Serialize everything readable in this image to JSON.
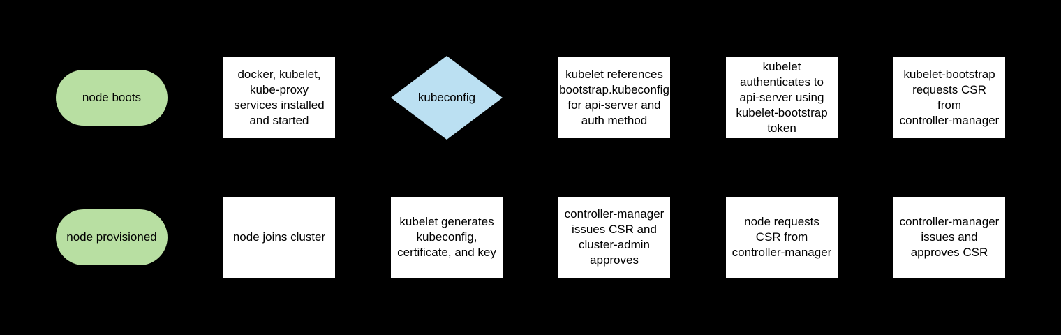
{
  "colors": {
    "background": "#000000",
    "terminator-fill": "#b8dfa2",
    "decision-fill": "#bbe0f2",
    "process-fill": "#ffffff",
    "text": "#000000"
  },
  "diagram": {
    "description": "kubernetes node bootstrap flowchart",
    "nodes": [
      {
        "id": "node-boots",
        "shape": "terminator",
        "row": 1,
        "col": 1,
        "label": "node boots"
      },
      {
        "id": "services-installed",
        "shape": "process",
        "row": 1,
        "col": 2,
        "label": "docker, kubelet,\nkube-proxy\nservices installed\nand started"
      },
      {
        "id": "kubeconfig-decision",
        "shape": "decision",
        "row": 1,
        "col": 3,
        "label": "kubeconfig"
      },
      {
        "id": "kubelet-references-bootstrap",
        "shape": "process",
        "row": 1,
        "col": 4,
        "label": "kubelet references\nbootstrap.kubeconfig\nfor api-server and\nauth method"
      },
      {
        "id": "kubelet-authenticates",
        "shape": "process",
        "row": 1,
        "col": 5,
        "label": "kubelet\nauthenticates to\napi-server using\nkubelet-bootstrap\ntoken"
      },
      {
        "id": "kubelet-bootstrap-requests-csr",
        "shape": "process",
        "row": 1,
        "col": 6,
        "label": "kubelet-bootstrap\nrequests CSR\nfrom\ncontroller-manager"
      },
      {
        "id": "node-provisioned",
        "shape": "terminator",
        "row": 2,
        "col": 1,
        "label": "node provisioned"
      },
      {
        "id": "node-joins-cluster",
        "shape": "process",
        "row": 2,
        "col": 2,
        "label": "node joins cluster"
      },
      {
        "id": "kubelet-generates",
        "shape": "process",
        "row": 2,
        "col": 3,
        "label": "kubelet generates\nkubeconfig,\ncertificate, and key"
      },
      {
        "id": "controller-manager-issues-cluster-admin-approves",
        "shape": "process",
        "row": 2,
        "col": 4,
        "label": "controller-manager\nissues CSR and\ncluster-admin\napproves"
      },
      {
        "id": "node-requests-csr",
        "shape": "process",
        "row": 2,
        "col": 5,
        "label": "node requests\nCSR from\ncontroller-manager"
      },
      {
        "id": "controller-manager-issues-approves",
        "shape": "process",
        "row": 2,
        "col": 6,
        "label": "controller-manager\nissues and\napproves CSR"
      }
    ]
  }
}
